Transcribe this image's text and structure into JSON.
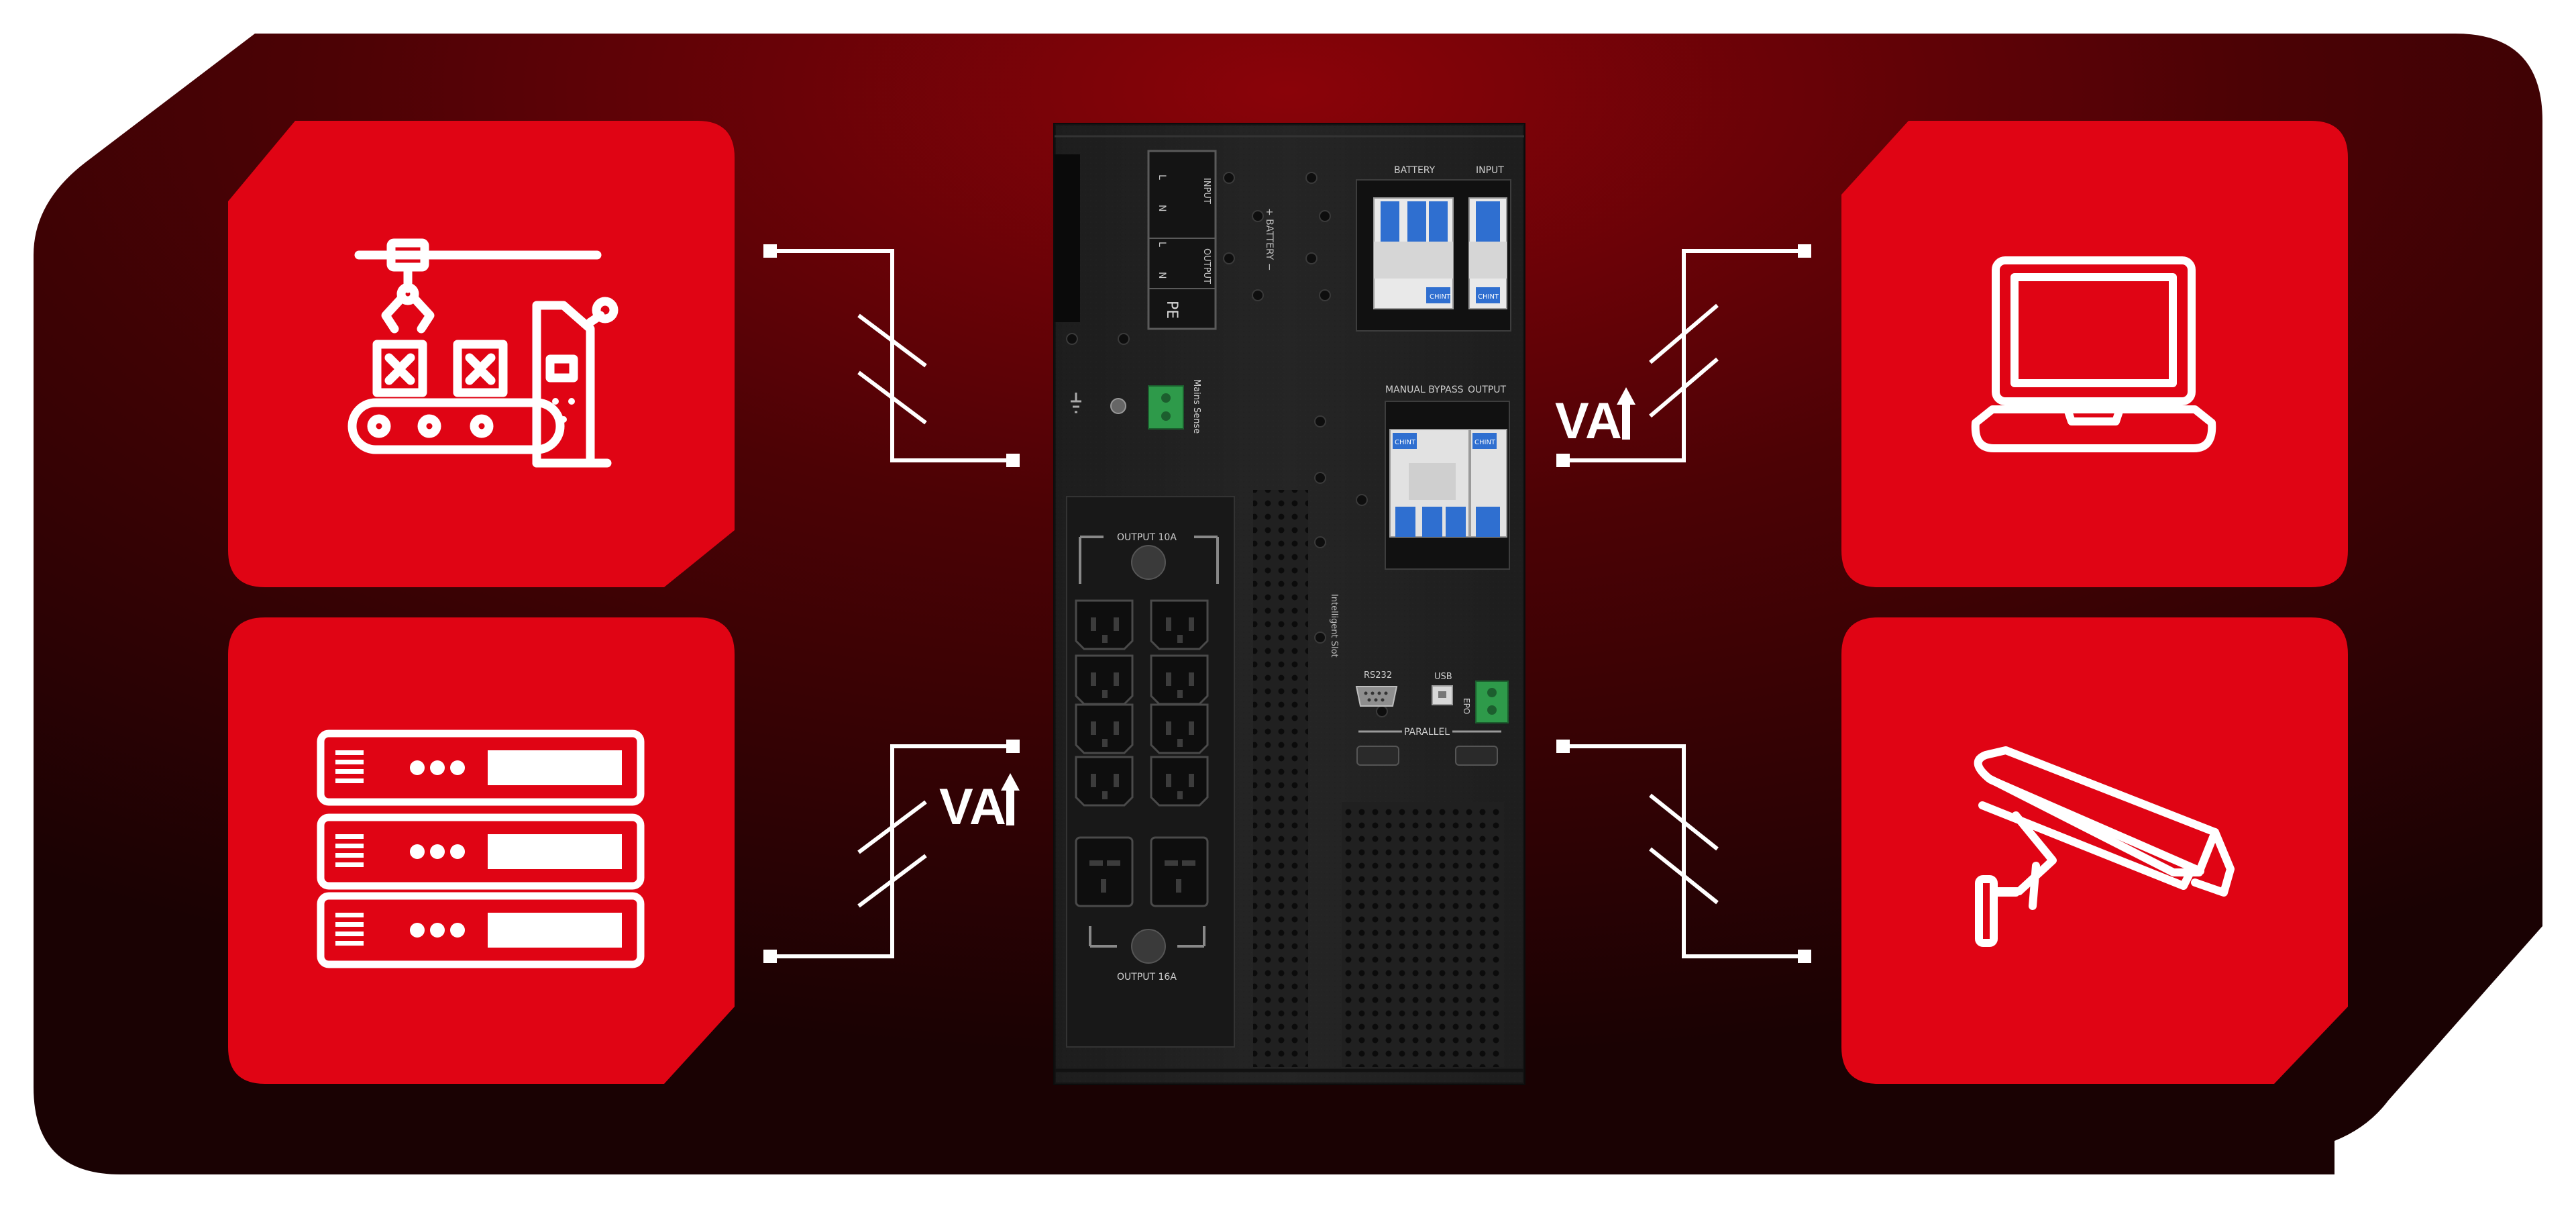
{
  "colors": {
    "background_dark": "#1a0203",
    "background_glow": "#8a0309",
    "card_red": "#e00414",
    "line_white": "#ffffff",
    "ups_body": "#1e1e1e",
    "terminal_green": "#2e9a4a",
    "breaker_blue": "#2f6fd0"
  },
  "icons": {
    "top_left": "factory-conveyor-robot-arm-icon",
    "bottom_left": "server-rack-icon",
    "top_right": "laptop-icon",
    "bottom_right": "security-camera-icon"
  },
  "connectors": {
    "voltage_left": "VA",
    "voltage_right": "VA"
  },
  "ups_panel": {
    "input_label": "INPUT",
    "output_label": "OUTPUT",
    "terminal_l": "L",
    "terminal_n": "N",
    "terminal_pe": "PE",
    "battery_vertical": "+ BATTERY −",
    "battery_breaker": "BATTERY",
    "input_breaker": "INPUT",
    "manual_bypass": "MANUAL BYPASS",
    "bypass_output": "OUTPUT",
    "breaker_brand": "CHINT",
    "mains_sense": "Mains Sense",
    "output_10a": "OUTPUT 10A",
    "output_16a": "OUTPUT 16A",
    "intelligent_slot": "Intelligent Slot",
    "rs232": "RS232",
    "usb": "USB",
    "epo": "EPO",
    "parallel": "PARALLEL"
  }
}
